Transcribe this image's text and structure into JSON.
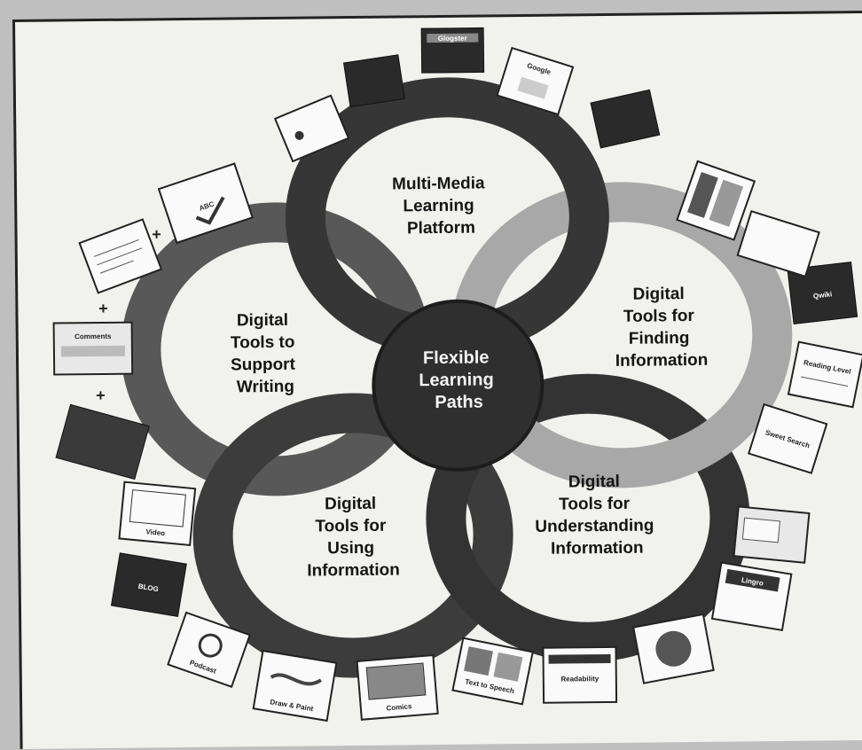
{
  "center": {
    "lines": [
      "Flexible",
      "Learning",
      "Paths"
    ]
  },
  "rings": [
    {
      "id": "ring-multi-media",
      "lines": [
        "Multi-Media",
        "Learning",
        "Platform"
      ]
    },
    {
      "id": "ring-finding",
      "lines": [
        "Digital",
        "Tools for",
        "Finding",
        "Information"
      ]
    },
    {
      "id": "ring-understanding",
      "lines": [
        "Digital",
        "Tools for",
        "Understanding",
        "Information"
      ]
    },
    {
      "id": "ring-using",
      "lines": [
        "Digital",
        "Tools for",
        "Using",
        "Information"
      ]
    },
    {
      "id": "ring-writing",
      "lines": [
        "Digital",
        "Tools to",
        "Support",
        "Writing"
      ]
    }
  ],
  "tiles": [
    {
      "id": "tile-glogster",
      "label": "Glogster"
    },
    {
      "id": "tile-google",
      "label": "Google"
    },
    {
      "id": "tile-dark-1",
      "label": ""
    },
    {
      "id": "tile-dark-2",
      "label": ""
    },
    {
      "id": "tile-white-1",
      "label": ""
    },
    {
      "id": "tile-spelling",
      "label": "ABC"
    },
    {
      "id": "tile-thesaurus",
      "label": ""
    },
    {
      "id": "tile-comments",
      "label": "Comments"
    },
    {
      "id": "tile-qwiki",
      "label": "Qwiki"
    },
    {
      "id": "tile-colors",
      "label": ""
    },
    {
      "id": "tile-white-2",
      "label": ""
    },
    {
      "id": "tile-reading",
      "label": "Reading Level"
    },
    {
      "id": "tile-sweet-search",
      "label": "Sweet Search"
    },
    {
      "id": "tile-screen",
      "label": ""
    },
    {
      "id": "tile-lingro",
      "label": "Lingro"
    },
    {
      "id": "tile-globe",
      "label": ""
    },
    {
      "id": "tile-readability",
      "label": "Readability"
    },
    {
      "id": "tile-text-to-speech",
      "label": "Text to Speech"
    },
    {
      "id": "tile-comics",
      "label": "Comics"
    },
    {
      "id": "tile-draw-paint",
      "label": "Draw & Paint"
    },
    {
      "id": "tile-podcast",
      "label": "Podcast"
    },
    {
      "id": "tile-blog",
      "label": "BLOG"
    },
    {
      "id": "tile-video",
      "label": "Video"
    },
    {
      "id": "tile-left-3",
      "label": ""
    }
  ],
  "colors": {
    "ring_multi": "#363636",
    "ring_finding": "#a8a8a8",
    "ring_understanding": "#333333",
    "ring_using": "#3c3c3c",
    "ring_writing": "#585858",
    "center": "#2f2f2f",
    "tile_dark": "#2a2a2a",
    "tile_light": "#fafafa"
  }
}
